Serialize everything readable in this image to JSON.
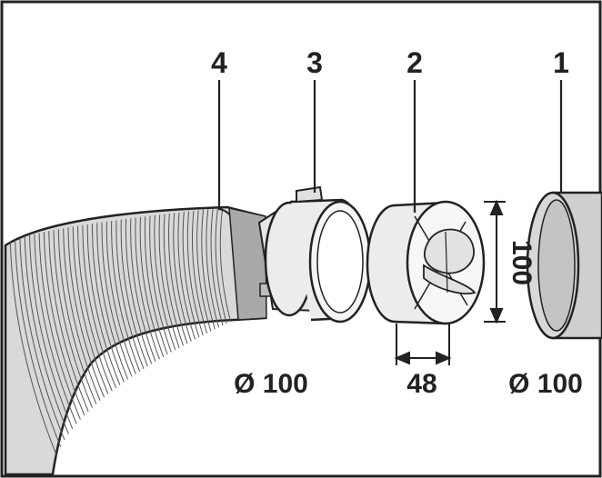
{
  "parts": [
    {
      "id": "duct",
      "label": "1"
    },
    {
      "id": "non-return-valve",
      "label": "2"
    },
    {
      "id": "adapter-ring",
      "label": "3"
    },
    {
      "id": "flexible-hose",
      "label": "4"
    }
  ],
  "dimensions": {
    "hose_diameter": "Ø 100",
    "duct_diameter": "Ø 100",
    "valve_length": "48",
    "valve_height": "100"
  },
  "colors": {
    "line": "#222222",
    "hose_fill": "#d9d9d9",
    "part_fill": "#ececec",
    "duct_fill": "#cfcfcf"
  }
}
